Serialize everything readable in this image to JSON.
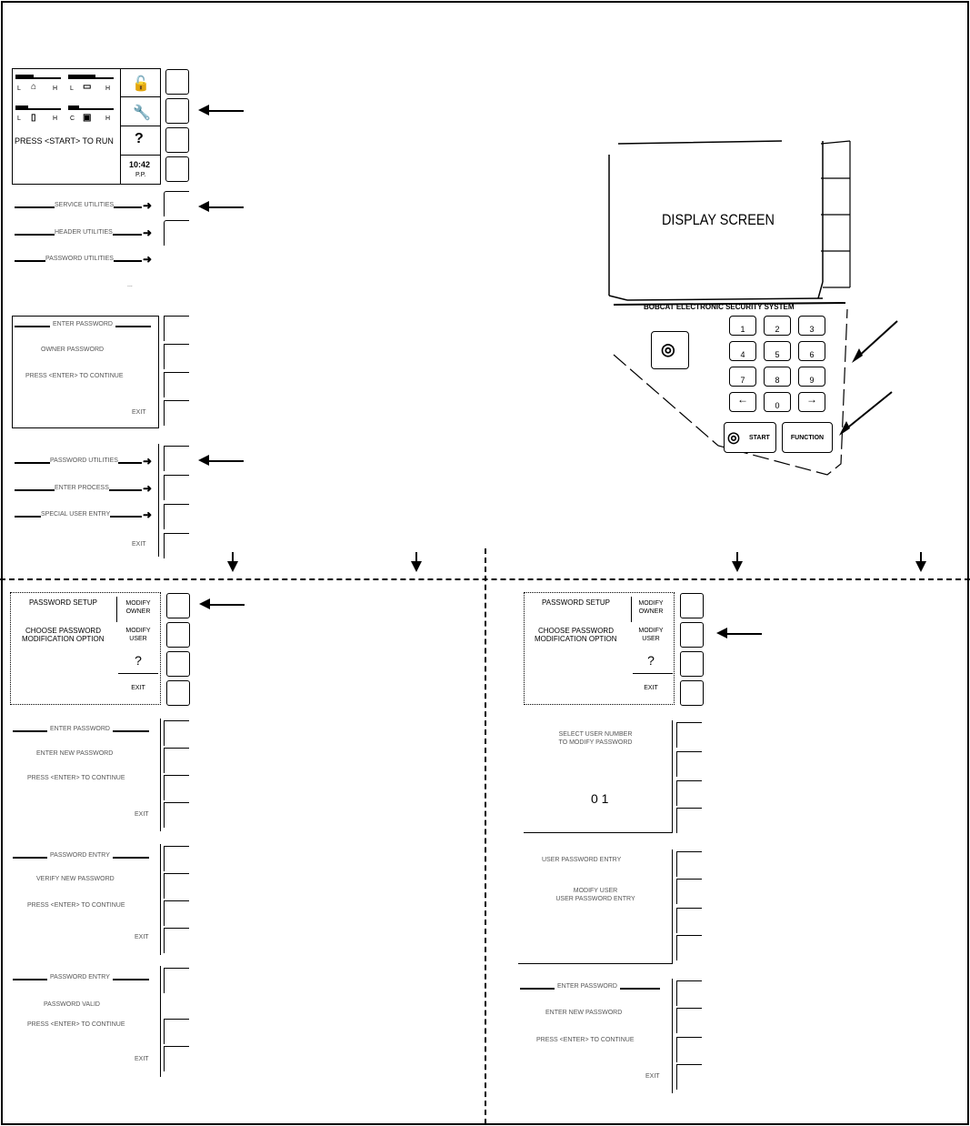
{
  "main_screen": {
    "gauge_L": "L",
    "gauge_H": "H",
    "gauge_C": "C",
    "prompt": "PRESS <START> TO RUN",
    "question": "?",
    "time": "10:42",
    "ampm": "P.P."
  },
  "panel_a": {
    "rows": [
      {
        "label": "SERVICE UTILITIES"
      },
      {
        "label": "HEADER UTILITIES"
      },
      {
        "label": "PASSWORD UTILITIES"
      }
    ],
    "sub": "..."
  },
  "panel_b": {
    "title": "ENTER PASSWORD",
    "line1": "OWNER PASSWORD",
    "line2": "PRESS <ENTER> TO CONTINUE",
    "exit": "EXIT"
  },
  "panel_c": {
    "rows": [
      {
        "label": "PASSWORD UTILITIES"
      },
      {
        "label": "ENTER PROCESS"
      },
      {
        "label": "SPECIAL USER ENTRY"
      }
    ],
    "exit": "EXIT"
  },
  "setup_screen": {
    "title": "PASSWORD SETUP",
    "line1": "CHOOSE PASSWORD",
    "line2": "MODIFICATION OPTION",
    "modify_owner_1": "MODIFY",
    "modify_owner_2": "OWNER",
    "modify_user_1": "MODIFY",
    "modify_user_2": "USER",
    "question": "?",
    "exit": "EXIT"
  },
  "left_col": {
    "p1": {
      "title": "ENTER PASSWORD",
      "line1": "ENTER NEW PASSWORD",
      "line2": "PRESS <ENTER> TO CONTINUE",
      "exit": "EXIT"
    },
    "p2": {
      "title": "PASSWORD ENTRY",
      "line1": "VERIFY NEW PASSWORD",
      "line2": "PRESS <ENTER> TO CONTINUE",
      "exit": "EXIT"
    },
    "p3": {
      "title": "PASSWORD ENTRY",
      "line1": "PASSWORD VALID",
      "line2": "PRESS <ENTER> TO CONTINUE",
      "exit": "EXIT"
    }
  },
  "right_col": {
    "p1": {
      "line1": "SELECT USER NUMBER",
      "line2": "TO MODIFY PASSWORD",
      "number": "0 1"
    },
    "p2": {
      "title": "USER PASSWORD ENTRY",
      "line1": "MODIFY USER",
      "line2": "USER PASSWORD ENTRY"
    },
    "p3": {
      "title": "ENTER PASSWORD",
      "line1": "ENTER NEW PASSWORD",
      "line2": "PRESS <ENTER> TO CONTINUE",
      "exit": "EXIT"
    }
  },
  "keypad": {
    "display": "DISPLAY SCREEN",
    "system_label": "BOBCAT ELECTRONIC SECURITY SYSTEM",
    "keys": [
      "1",
      "2",
      "3",
      "4",
      "5",
      "6",
      "7",
      "8",
      "9",
      "←",
      "0",
      "→"
    ],
    "start": "START",
    "function": "FUNCTION"
  }
}
